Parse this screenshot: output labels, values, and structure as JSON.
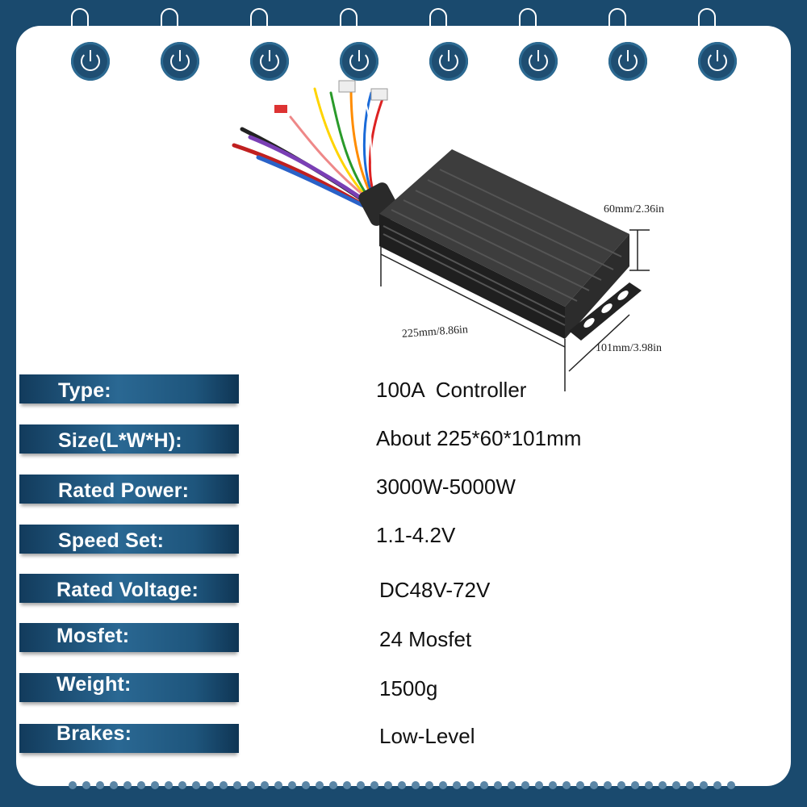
{
  "dimensions": {
    "height": "60mm/2.36in",
    "length": "225mm/8.86in",
    "width": "101mm/3.98in"
  },
  "specs": [
    {
      "label": "Type:",
      "value": "100A  Controller"
    },
    {
      "label": "Size(L*W*H):",
      "value": "About 225*60*101mm"
    },
    {
      "label": "Rated Power:",
      "value": "3000W-5000W"
    },
    {
      "label": "Speed Set:",
      "value": "1.1-4.2V"
    },
    {
      "label": "Rated Voltage:",
      "value": "DC48V-72V"
    },
    {
      "label": "Mosfet:",
      "value": "24 Mosfet"
    },
    {
      "label": "Weight:",
      "value": "1500g"
    },
    {
      "label": "Brakes:",
      "value": "Low-Level"
    }
  ],
  "colors": {
    "background": "#1a4a6e",
    "card": "#ffffff",
    "label_bar": "#2a6893"
  }
}
